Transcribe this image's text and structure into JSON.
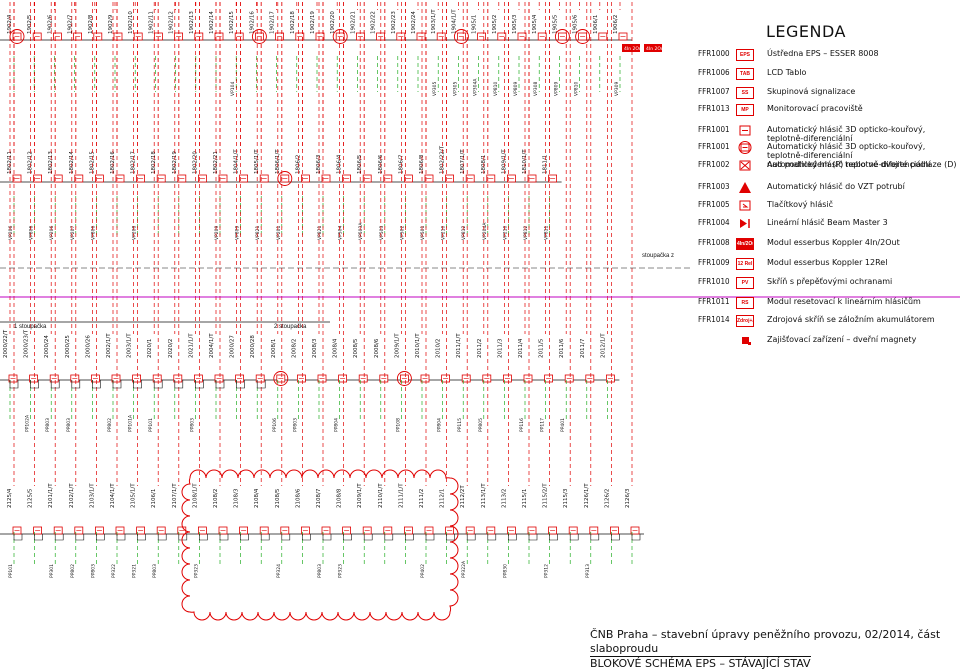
{
  "legend": {
    "title": "LEGENDA",
    "items": [
      {
        "code": "FFR1000",
        "symbol": "EPS",
        "style": "box",
        "text": "Ústředna EPS – ESSER 8008"
      },
      {
        "code": "FFR1006",
        "symbol": "TAB",
        "style": "box",
        "text": "LCD Tablo"
      },
      {
        "code": "FFR1007",
        "symbol": "SS",
        "style": "box",
        "text": "Skupinová signalizace"
      },
      {
        "code": "FFR1013",
        "symbol": "MP",
        "style": "box",
        "text": "Monitorovací pracoviště"
      },
      {
        "code": "FFR1001",
        "symbol": "",
        "style": "detector",
        "text": "Automatický hlásič 3D opticko-kouřový, teplotně-diferenciální"
      },
      {
        "code": "FFR1001",
        "symbol": "",
        "style": "detector-circle",
        "text": "Automatický hlásič 3D opticko-kouřový, teplotně-diferenciální",
        "text2": "nad podhledem (P) nebo ve dvojité podlaze (D)"
      },
      {
        "code": "FFR1002",
        "symbol": "",
        "style": "cross",
        "text": "Automatický hlásič teplotně-diferenciální"
      },
      {
        "code": "FFR1003",
        "symbol": "",
        "style": "triangle",
        "text": "Automatický hlásič do VZT potrubí"
      },
      {
        "code": "FFR1005",
        "symbol": "",
        "style": "button",
        "text": "Tlačítkový hlásič"
      },
      {
        "code": "FFR1004",
        "symbol": "",
        "style": "bowtie",
        "text": "Lineární hlásič Beam Master 3"
      },
      {
        "code": "FFR1008",
        "symbol": "4In/2Out",
        "style": "fill",
        "text": "Modul esserbus Koppler 4In/2Out"
      },
      {
        "code": "FFR1009",
        "symbol": "12 Rel",
        "style": "box",
        "text": "Modul esserbus Koppler 12Rel"
      },
      {
        "code": "FFR1010",
        "symbol": "PV",
        "style": "box",
        "text": "Skříň s přepěťovými ochranami"
      },
      {
        "code": "FFR1011",
        "symbol": "RS",
        "style": "box",
        "text": "Modul resetovací k lineárním hlásičům"
      },
      {
        "code": "FFR1014",
        "symbol": "Zdroj+Aku",
        "style": "box",
        "text": "Zdrojová skříň se záložním akumulátorem"
      },
      {
        "code": "",
        "symbol": "",
        "style": "magnet",
        "text": "Zajišťovací zařízení – dveřní magnety"
      }
    ]
  },
  "risers": {
    "stoupacka_1": "1 stoupačka",
    "stoupacka_2": "2 stoupačka",
    "stoupacka_cut": "stoupačka z"
  },
  "rows": [
    {
      "id": "row1",
      "labels": [
        "1902/4",
        "1902/5",
        "1902/6",
        "1902/7",
        "1902/8",
        "1902/9",
        "1902/10",
        "1902/11",
        "1902/12",
        "1902/13",
        "1902/14",
        "1902/15",
        "1902/16",
        "1902/17",
        "1902/18",
        "1902/19",
        "1902/20",
        "1902/21",
        "1902/22",
        "1902/23",
        "1902/24",
        "1903/1/T",
        "1904/1/T",
        "1905/1",
        "1905/2",
        "1905/3",
        "1905/4",
        "1905/5",
        "1905/6",
        "1906/1",
        "1906/2"
      ],
      "bottom": [
        "",
        "",
        "",
        "",
        "",
        "",
        "",
        "",
        "",
        "",
        "",
        "VP104",
        "",
        "",
        "",
        "",
        "",
        "",
        "",
        "",
        "",
        "VP305",
        "VP305",
        "VP304A",
        "VP810",
        "VP809",
        "VP308",
        "VP809",
        "VP810",
        "",
        "VP309"
      ]
    },
    {
      "id": "row2",
      "labels": [
        "1802/11",
        "1802/12",
        "1802/13",
        "1802/14",
        "1802/15",
        "1802/16",
        "1802/17",
        "1802/18",
        "1802/19",
        "1802/20",
        "1802/21",
        "1804/1/T",
        "1805/1/T",
        "1806/1/T",
        "1806/2",
        "1806/3",
        "1806/4",
        "1806/5",
        "1806/6",
        "1806/7",
        "1806/8",
        "1802/22/T",
        "1807/1/T",
        "1808/1",
        "1809/1/T",
        "1810/1/T",
        "1811/1"
      ],
      "bottom": [
        "VP206",
        "VP806",
        "VP206",
        "VP207",
        "VP806",
        "",
        "VP208",
        "",
        "",
        "",
        "VP209",
        "VP809",
        "VP821",
        "VP201",
        "",
        "VP821",
        "VP504",
        "VP503A",
        "VP503",
        "VP502",
        "VP501",
        "VP210",
        "VP812",
        "VP204A",
        "VP210",
        "VP812",
        "VP811"
      ]
    },
    {
      "id": "row3",
      "labels": [
        "2000/22/T",
        "2000/23/T",
        "2000/24",
        "2000/25",
        "2000/26",
        "2002/1/T",
        "2003/1/T",
        "2020/1",
        "2020/2",
        "2021/1/T",
        "2004/1/T",
        "2000/27",
        "2000/28",
        "2008/1",
        "2008/2",
        "2008/3",
        "2008/4",
        "2008/5",
        "2008/6",
        "2009/1/T",
        "2010/1/T",
        "2010/2",
        "2011/1/T",
        "2011/2",
        "2011/3",
        "2011/4",
        "2011/5",
        "2011/6",
        "2011/7",
        "2012/1/T"
      ],
      "bottom": [
        "",
        "PP102A",
        "PP803",
        "PP803",
        "",
        "PP802",
        "PP101A",
        "PP101",
        "",
        "PP803",
        "",
        "",
        "",
        "PP106",
        "PP803",
        "",
        "PP804",
        "",
        "",
        "PP108",
        "",
        "PP804",
        "PP115",
        "PP805",
        "",
        "PP116",
        "PP117",
        "PP401",
        "",
        ""
      ]
    },
    {
      "id": "row4",
      "labels": [
        "2125/4",
        "2125/5",
        "2101/1/T",
        "2102/1/T",
        "2103/1/T",
        "2104/1/T",
        "2105/1/T",
        "2106/1",
        "2107/1/T",
        "2108/1/T",
        "2108/2",
        "2108/3",
        "2108/4",
        "2108/5",
        "2108/6",
        "2108/7",
        "2108/8",
        "2109/1/T",
        "2110/1/T",
        "2111/1/T",
        "2111/2",
        "2112/1",
        "2112/2T",
        "2113/1/T",
        "2113/2",
        "2115/1",
        "2115/2/T",
        "2115/3",
        "2126/1/T",
        "2126/2",
        "2126/3"
      ],
      "bottom": [
        "PP101",
        "",
        "PP301",
        "PP802",
        "PP803",
        "PP322",
        "PP321",
        "PP803",
        "",
        "PP323",
        "",
        "",
        "",
        "PP324",
        "",
        "PP803",
        "PP323",
        "",
        "",
        "",
        "PP402",
        "",
        "PP322A",
        "",
        "PP830",
        "",
        "PP312",
        "",
        "PP313",
        "",
        ""
      ]
    }
  ],
  "panel_labels": {
    "a": "4In 2Out",
    "b": "4In 2Out"
  },
  "title_block": {
    "line1": "ČNB Praha – stavební úpravy peněžního provozu, 02/2014, část slaboproudu",
    "line2": "BLOKOVÉ SCHÉMA EPS – STÁVAJÍCÍ STAV"
  },
  "colors": {
    "red": "#e00000",
    "green": "#00a000",
    "magenta": "#c000c0",
    "black": "#111111"
  }
}
